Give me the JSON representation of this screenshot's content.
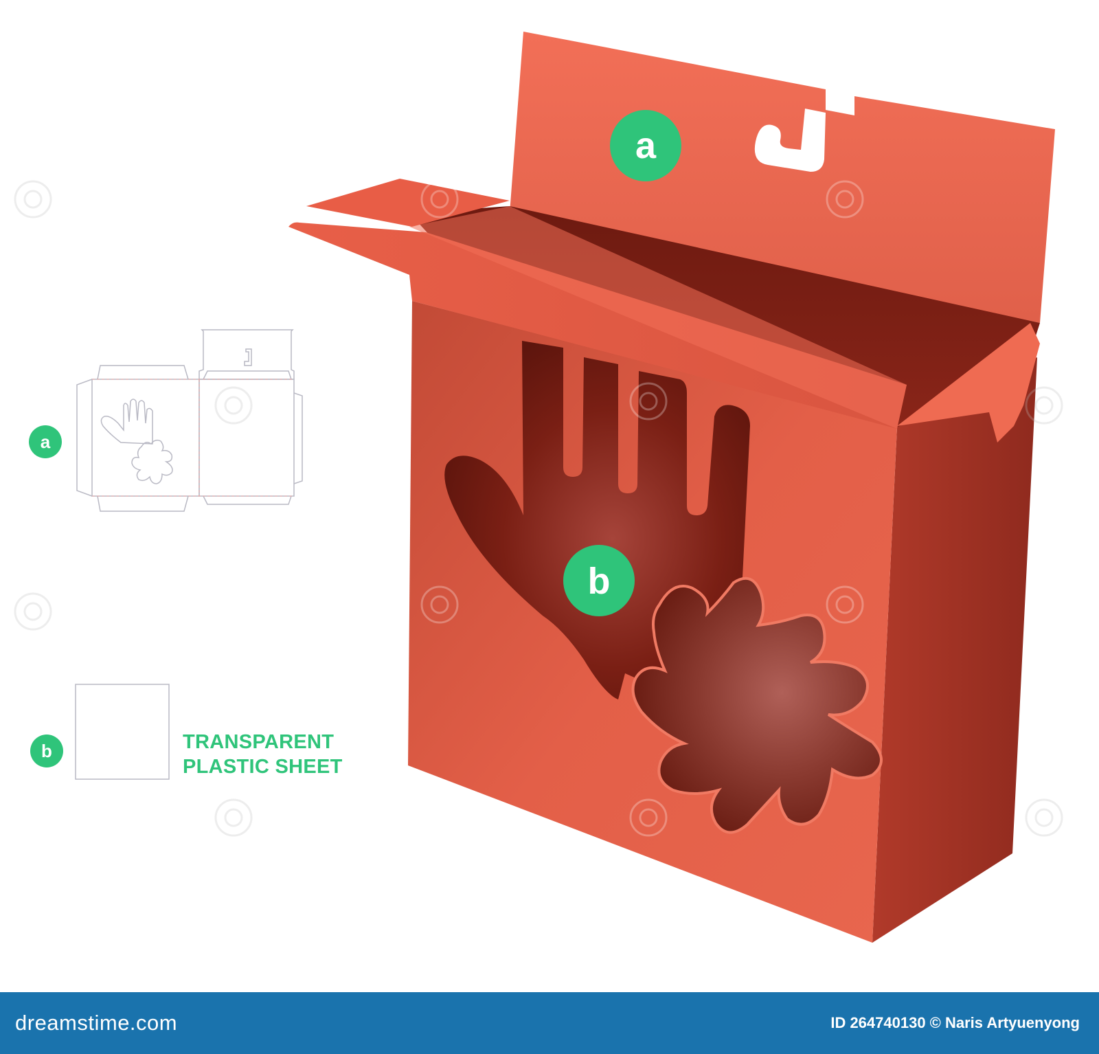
{
  "callouts": {
    "a": "a",
    "b": "b"
  },
  "legend": {
    "item_a": "a",
    "item_b": "b",
    "item_b_label_line1": "TRANSPARENT",
    "item_b_label_line2": "PLASTIC SHEET"
  },
  "footer": {
    "brand": "dreamstime.com",
    "credit": "ID 264740130 © Naris Artyuenyong"
  },
  "colors": {
    "box_front": "#e0604a",
    "box_side": "#b53a2a",
    "box_inside": "#7a1c12",
    "flap": "#f06f57",
    "badge": "#2fc47a",
    "label": "#2fc47a",
    "footer_bg": "#1a73ad",
    "dieline": "#b9b9c4"
  },
  "icons": {
    "watermark": "spiral-watermark-icon",
    "window_shapes": "hand-and-splash-window"
  }
}
